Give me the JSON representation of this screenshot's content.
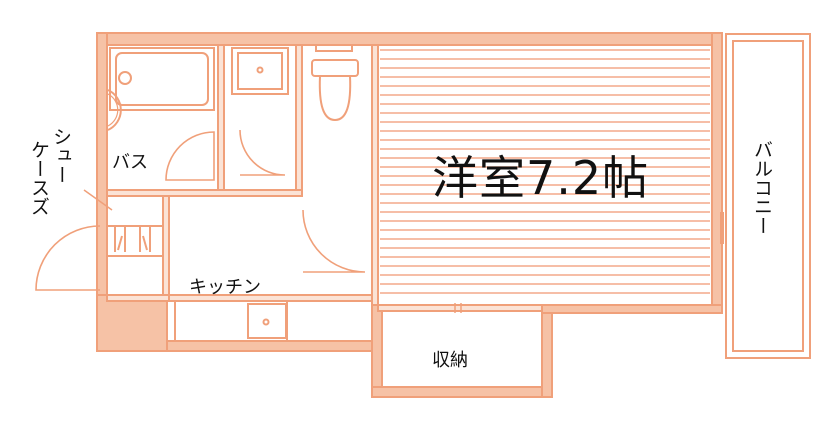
{
  "floor_plan": {
    "rooms": {
      "western_room": "洋室7.2帖",
      "bath": "バス",
      "kitchen": "キッチン",
      "storage": "収納",
      "balcony": "バルコニー",
      "shoe_case_line1": "シュー",
      "shoe_case_line2": "ケースズ"
    },
    "colors": {
      "wall": "#f0a07a",
      "wall_fill": "#f6c2a6",
      "floor_line": "#f4a88a",
      "text": "#111111"
    }
  }
}
